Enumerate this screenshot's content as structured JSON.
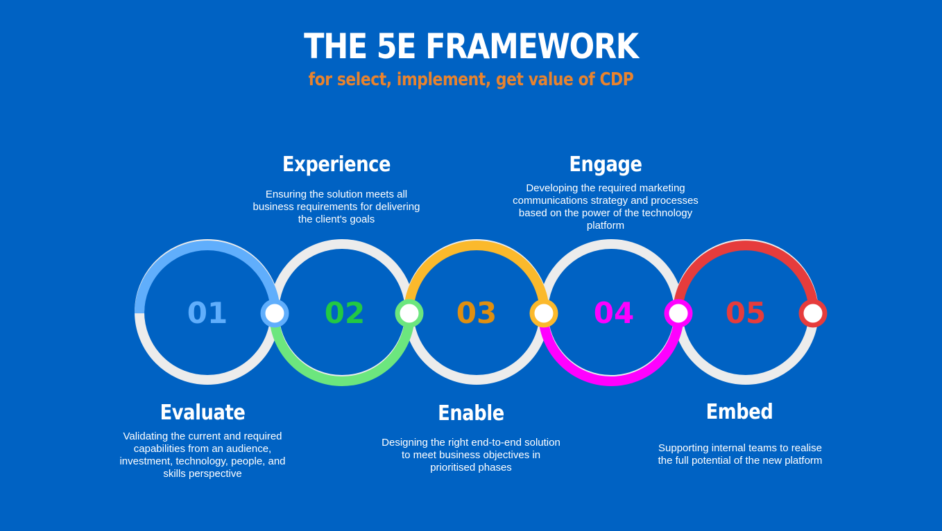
{
  "header": {
    "title": "THE 5E FRAMEWORK",
    "subtitle": "for select, implement, get value of CDP"
  },
  "colors": {
    "background": "#0062c3",
    "track": "#ececec",
    "subtitle": "#e8832e"
  },
  "steps": [
    {
      "number": "01",
      "title": "Evaluate",
      "description": "Validating the current and required capabilities from an audience, investment, technology, people, and skills perspective",
      "color": "#60aefc"
    },
    {
      "number": "02",
      "title": "Experience",
      "description": "Ensuring the solution meets all business requirements for delivering the client's goals",
      "color": "#22c943",
      "ring_color": "#6ce67e"
    },
    {
      "number": "03",
      "title": "Enable",
      "description": "Designing the right end-to-end solution to meet business objectives in prioritised phases",
      "color": "#e08f10",
      "ring_color": "#fbb92c"
    },
    {
      "number": "04",
      "title": "Engage",
      "description": "Developing the required marketing communications strategy and processes based on the power of the technology platform",
      "color": "#ff00ff"
    },
    {
      "number": "05",
      "title": "Embed",
      "description": "Supporting internal teams to realise the full potential of the new platform",
      "color": "#e63c3c"
    }
  ]
}
